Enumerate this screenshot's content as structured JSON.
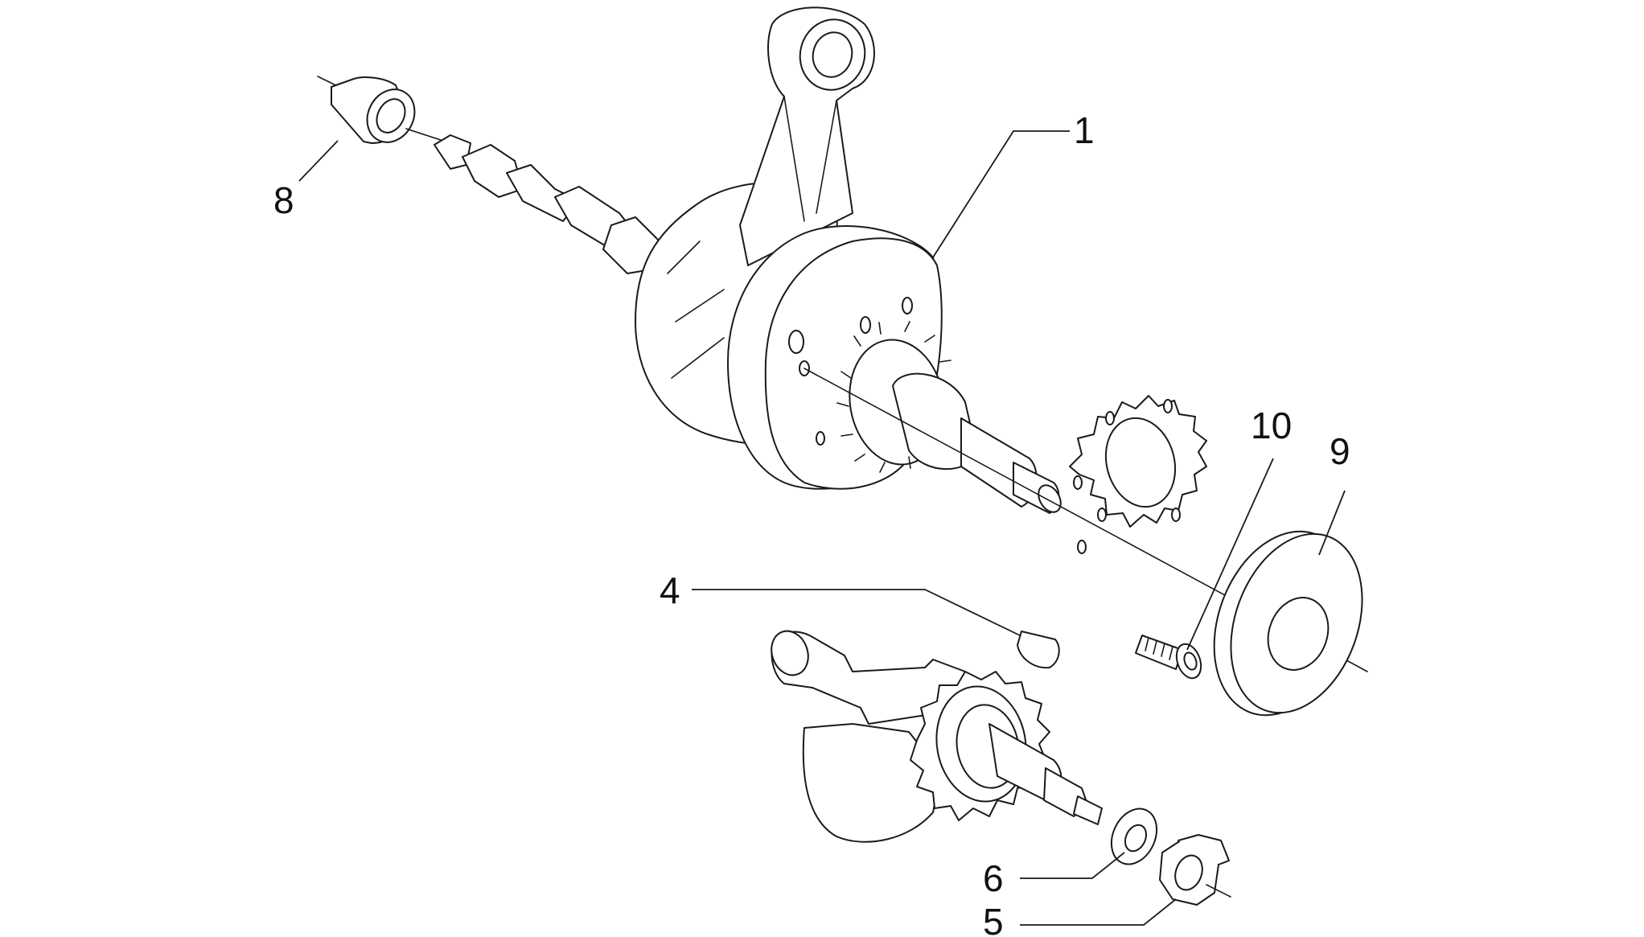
{
  "diagram": {
    "callouts": {
      "c1": "1",
      "c4": "4",
      "c5": "5",
      "c6": "6",
      "c8": "8",
      "c9": "9",
      "c10": "10"
    }
  },
  "colors": {
    "line": "#1a1a1a",
    "background": "#ffffff"
  }
}
